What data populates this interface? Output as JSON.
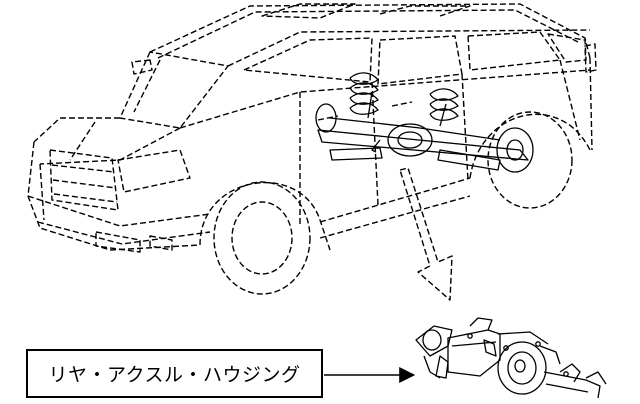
{
  "callout": {
    "part_label": "リヤ・アクスル・ハウジング"
  },
  "illustration": {
    "vehicle": "suv-dashed-outline",
    "highlighted_part": "rear-suspension-axle",
    "detail_part": "rear-axle-housing",
    "line_color": "#000000",
    "background": "#ffffff"
  }
}
